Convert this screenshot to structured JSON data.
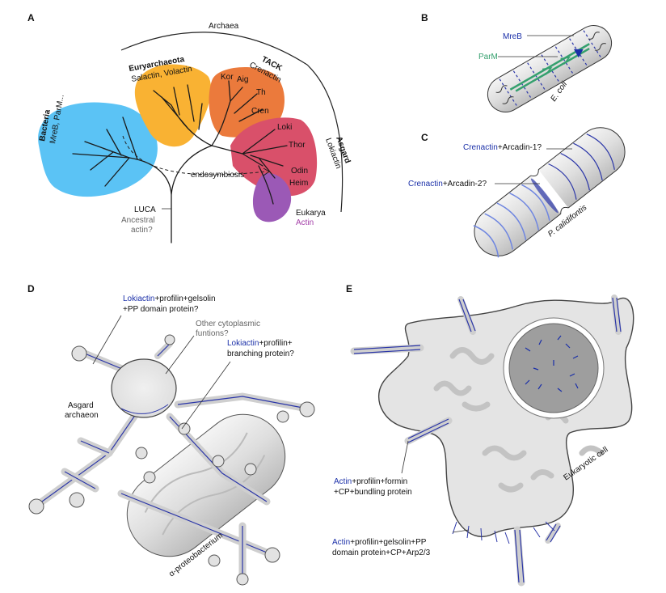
{
  "panels": {
    "a": {
      "letter": "A",
      "archaea": "Archaea",
      "euryarchaeota": {
        "name": "Euryarchaeota",
        "sub": "Salactin, Volactin"
      },
      "tack": {
        "name": "TACK",
        "sub": "Crenactin",
        "leaves": [
          "Kor",
          "Aig",
          "Th",
          "Cren"
        ]
      },
      "asgard": {
        "name": "Asgard",
        "sub": "Lokiactin",
        "leaves": [
          "Loki",
          "Thor",
          "Odin",
          "Heim"
        ]
      },
      "bacteria": {
        "name": "Bacteria",
        "sub": "MreB, ParM..."
      },
      "endosymbiosis": "endosymbiosis",
      "luca": {
        "name": "LUCA",
        "sub1": "Ancestral",
        "sub2": "actin?"
      },
      "eukarya": {
        "name": "Eukarya",
        "sub": "Actin"
      }
    },
    "b": {
      "letter": "B",
      "mreb": "MreB",
      "parm": "ParM",
      "organism": "E. coli"
    },
    "c": {
      "letter": "C",
      "label1_blue": "Crenactin",
      "label1_rest": "+Arcadin-1?",
      "label2_blue": "Crenactin",
      "label2_rest": "+Arcadin-2?",
      "organism": "P. calidifontis"
    },
    "d": {
      "letter": "D",
      "label1_blue": "Lokiactin",
      "label1_rest": "+profilin+gelsolin",
      "label1_line2": "+PP domain protein?",
      "label2_line1": "Other cytoplasmic",
      "label2_line2": "funtions?",
      "label3_blue": "Lokiactin",
      "label3_rest": "+profilin+",
      "label3_line2": "branching protein?",
      "asgard1": "Asgard",
      "asgard2": "archaeon",
      "bacterium": "α-proteobacterium"
    },
    "e": {
      "letter": "E",
      "label1_blue": "Actin",
      "label1_rest": "+profilin+formin",
      "label1_line2": "+CP+bundling protein",
      "label2_blue": "Actin",
      "label2_rest": "+profilin+gelsolin+PP",
      "label2_line2": "domain protein+CP+Arp2/3",
      "cell": "Eukaryotic cell"
    }
  },
  "colors": {
    "bacteria": "#5bc3f5",
    "euryarchaeota": "#f9b233",
    "tack": "#eb7a3c",
    "asgard": "#d9506a",
    "eukarya": "#9b59b6",
    "actin_blue": "#1a2fa8",
    "parm_green": "#35a06e"
  }
}
